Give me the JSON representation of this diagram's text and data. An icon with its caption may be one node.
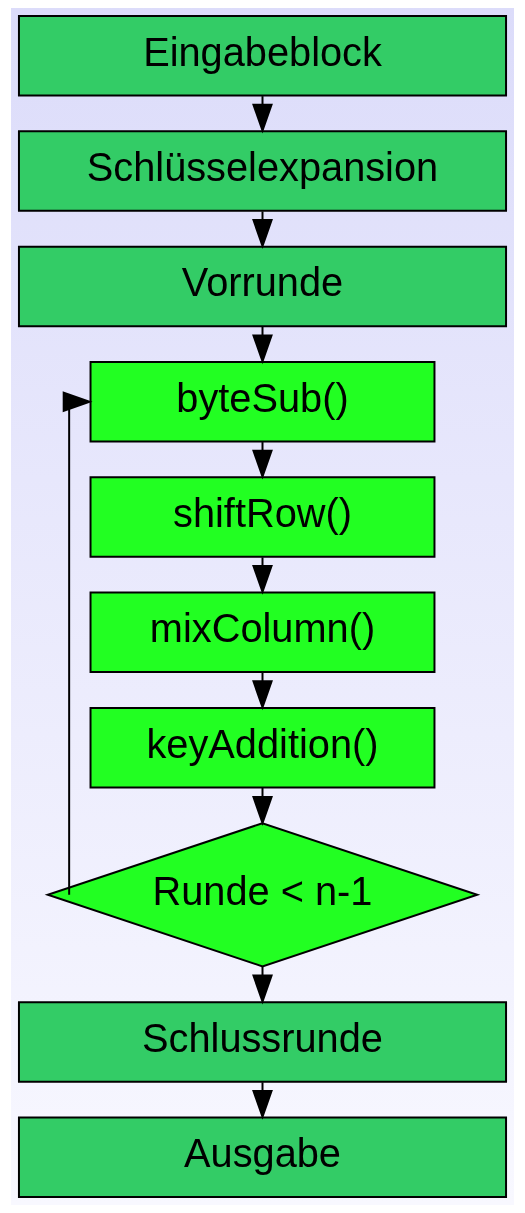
{
  "diagram": {
    "nodes": [
      {
        "text": [
          "Eingabeblock"
        ]
      },
      {
        "text": [
          "Schlüsselexpansion"
        ]
      },
      {
        "text": [
          "Vorrunde"
        ]
      },
      {
        "text": [
          "byteSub()"
        ]
      },
      {
        "text": [
          "shiftRow()"
        ]
      },
      {
        "text": [
          "mixColumn()"
        ]
      },
      {
        "text": [
          "keyAddition()"
        ]
      },
      {
        "text": [
          "Runde < n-1"
        ]
      },
      {
        "text": [
          "Schlussrunde"
        ]
      },
      {
        "text": [
          "Ausgabe"
        ]
      }
    ],
    "edges": [
      {
        "from": 0,
        "to": 1,
        "arrow": "to"
      },
      {
        "from": 1,
        "to": 2,
        "arrow": "to"
      },
      {
        "from": 2,
        "to": 3,
        "arrow": "to"
      },
      {
        "from": 3,
        "to": 4,
        "arrow": "to"
      },
      {
        "from": 4,
        "to": 5,
        "arrow": "to"
      },
      {
        "from": 5,
        "to": 6,
        "arrow": "to"
      },
      {
        "from": 6,
        "to": 7,
        "arrow": "to"
      },
      {
        "from": 7,
        "to": 3,
        "arrow": "to"
      },
      {
        "from": 7,
        "to": 8,
        "arrow": "to"
      },
      {
        "from": 8,
        "to": 9,
        "arrow": "to"
      }
    ]
  }
}
